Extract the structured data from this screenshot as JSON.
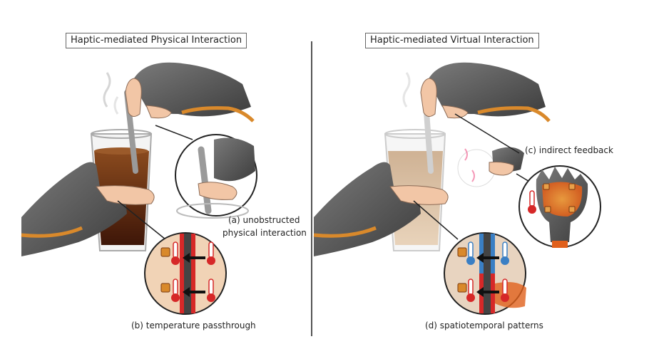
{
  "panels": {
    "left": {
      "title": "Haptic-mediated Physical Interaction",
      "caption_a_line1": "(a) unobstructed",
      "caption_a_line2": "physical interaction",
      "caption_b": "(b) temperature passthrough"
    },
    "right": {
      "title": "Haptic-mediated Virtual Interaction",
      "caption_c": "(c) indirect feedback",
      "caption_d": "(d) spatiotemporal patterns"
    }
  },
  "colors": {
    "glove": "#5a5a5a",
    "skin": "#f2c6a6",
    "coffee": "#6b2e12",
    "hot": "#d62828",
    "cold": "#3a7fc4",
    "cable": "#d9892b"
  }
}
